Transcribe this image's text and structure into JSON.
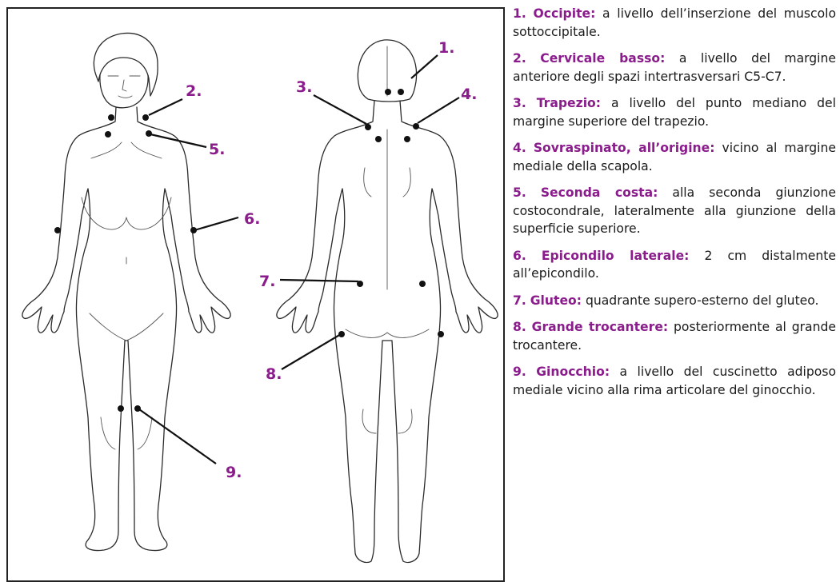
{
  "legend": [
    {
      "num": "1.",
      "term": "Occipite:",
      "desc": "a livello dell’inserzione del muscolo sottoccipitale."
    },
    {
      "num": "2.",
      "term": "Cervicale basso:",
      "desc": "a livello del margine anteriore degli spazi intertrasversari C5-C7."
    },
    {
      "num": "3.",
      "term": "Trapezio:",
      "desc": "a livello del punto mediano del margine superiore del trapezio."
    },
    {
      "num": "4.",
      "term": "Sovraspinato, all’origine:",
      "desc": "vicino al margine mediale della scapola."
    },
    {
      "num": "5.",
      "term": "Seconda costa:",
      "desc": "alla seconda giunzione costocondrale, lateralmente alla giunzione della superficie superiore."
    },
    {
      "num": "6.",
      "term": "Epicondilo laterale:",
      "desc": "2 cm distalmente all’epicondilo."
    },
    {
      "num": "7.",
      "term": "Gluteo:",
      "desc": "quadrante supero-esterno del gluteo."
    },
    {
      "num": "8.",
      "term": "Grande trocantere:",
      "desc": "posteriormente al grande trocantere."
    },
    {
      "num": "9.",
      "term": "Ginocchio:",
      "desc": "a livello del cuscinetto adiposo mediale vicino alla rima articolare del ginocchio."
    }
  ],
  "figure": {
    "labels": [
      "1.",
      "2.",
      "3.",
      "4.",
      "5.",
      "6.",
      "7.",
      "8.",
      "9."
    ],
    "colors": {
      "accent": "#8a1c8c",
      "ink": "#111111",
      "outline": "#2a2a2a"
    }
  }
}
